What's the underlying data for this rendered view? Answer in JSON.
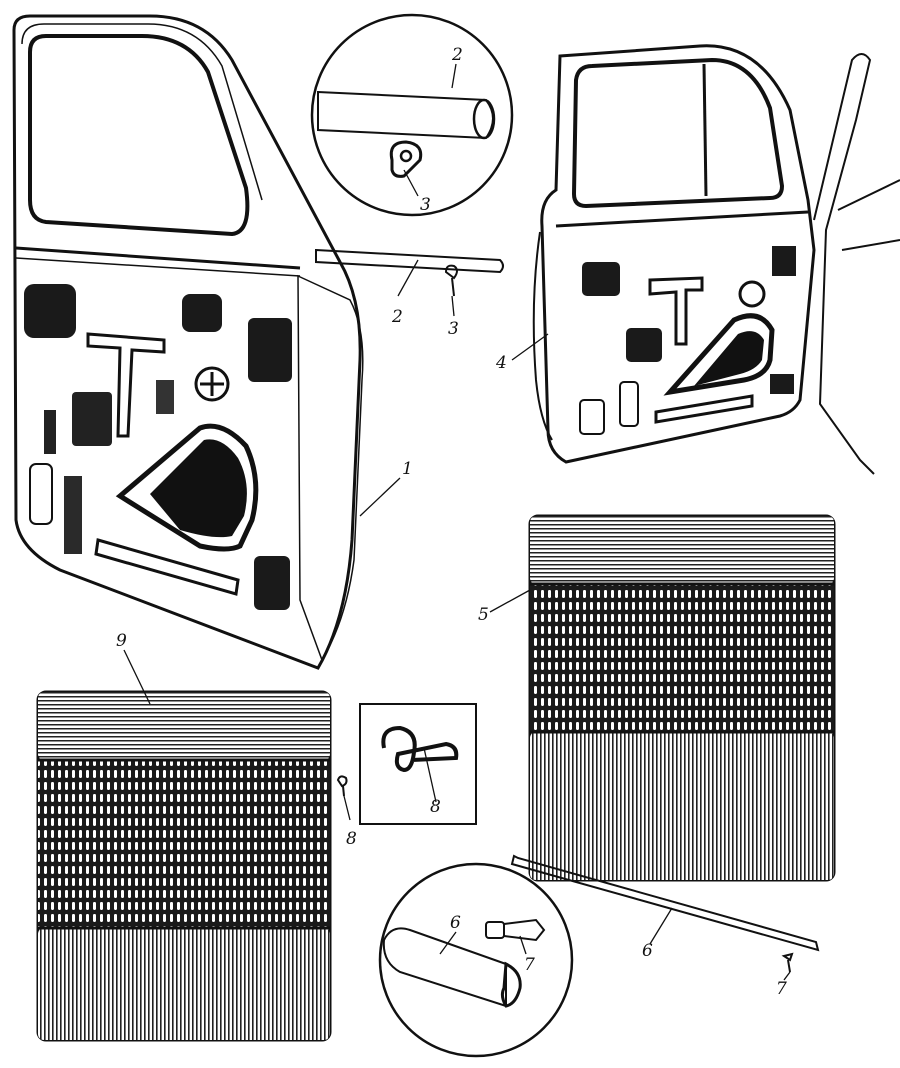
{
  "figure": {
    "background": "#ffffff",
    "ink": "#111111",
    "callouts": [
      {
        "id": "c1",
        "text": "1"
      },
      {
        "id": "c2a",
        "text": "2"
      },
      {
        "id": "c2b",
        "text": "2"
      },
      {
        "id": "c3a",
        "text": "3"
      },
      {
        "id": "c3b",
        "text": "3"
      },
      {
        "id": "c4",
        "text": "4"
      },
      {
        "id": "c5",
        "text": "5"
      },
      {
        "id": "c6a",
        "text": "6"
      },
      {
        "id": "c6b",
        "text": "6"
      },
      {
        "id": "c7a",
        "text": "7"
      },
      {
        "id": "c7b",
        "text": "7"
      },
      {
        "id": "c8a",
        "text": "8"
      },
      {
        "id": "c8b",
        "text": "8"
      },
      {
        "id": "c9",
        "text": "9"
      }
    ]
  }
}
